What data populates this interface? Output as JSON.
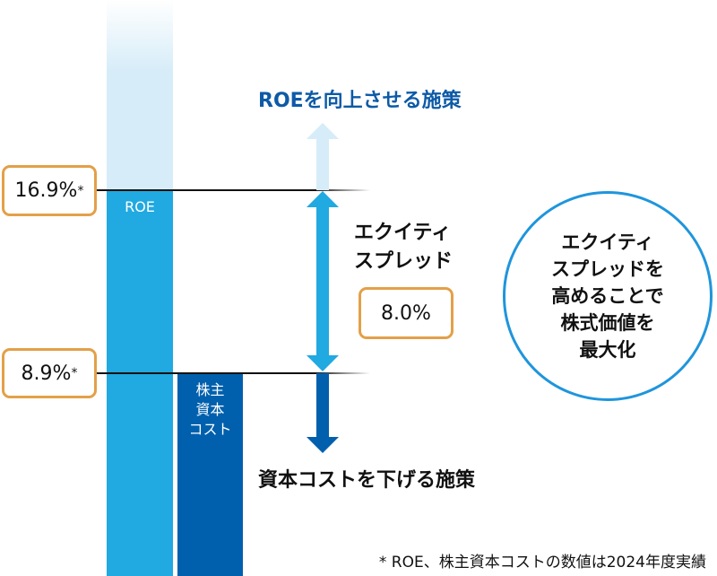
{
  "top_label": "ROEを向上させる施策",
  "bottom_label": "資本コストを下げる施策",
  "roe": {
    "bar_label": "ROE",
    "value": "16.9%",
    "mark": "*"
  },
  "cost": {
    "bar_label_lines": [
      "株主",
      "資本",
      "コスト"
    ],
    "value": "8.9%",
    "mark": "*"
  },
  "spread": {
    "label_lines": [
      "エクイティ",
      "スプレッド"
    ],
    "value": "8.0%"
  },
  "circle_lines": [
    "エクイティ",
    "スプレッドを",
    "高めることで",
    "株式価値を",
    "最大化"
  ],
  "footnote": "* ROE、株主資本コストの数値は2024年度実績",
  "colors": {
    "roe": "#21a9e1",
    "cost": "#0060ad",
    "light": "#d6ecf8",
    "box_border": "#e3a048",
    "accent_text": "#0d5aa7"
  }
}
